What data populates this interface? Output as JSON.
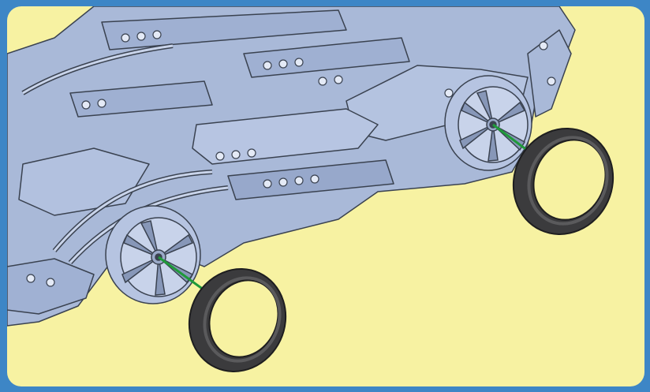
{
  "colors": {
    "frame": "#3d86c6",
    "panel_background": "#f7f2a2",
    "model_body": "#a9b9d8",
    "model_outline": "#3a4250",
    "model_shadow": "#8797b8",
    "tire": "#3b3b3d",
    "tire_inner": "#5a5a5c",
    "guide_line": "#1f9a3a"
  },
  "scene": {
    "subject": "technic-car-chassis",
    "wheels": [
      {
        "id": "front",
        "rim_icon": "wheel-rim-icon",
        "tire_icon": "tire-icon"
      },
      {
        "id": "rear",
        "rim_icon": "wheel-rim-icon",
        "tire_icon": "tire-icon"
      }
    ]
  }
}
